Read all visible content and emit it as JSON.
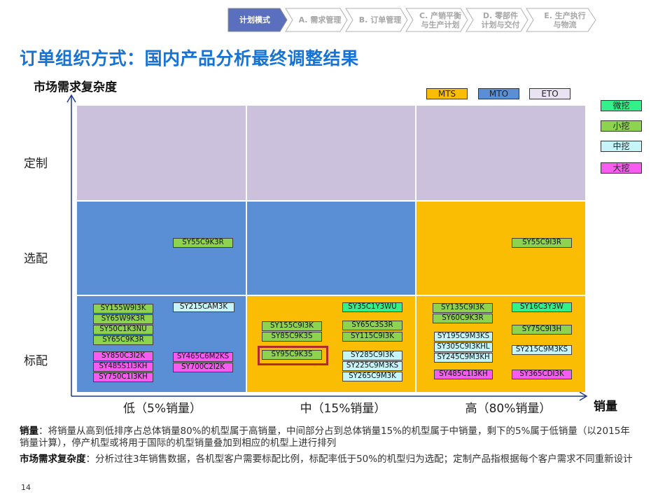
{
  "breadcrumb": [
    {
      "label": "计划模式",
      "active": true
    },
    {
      "label": "A. 需求管理",
      "active": false
    },
    {
      "label": "B. 订单管理",
      "active": false
    },
    {
      "label": "C. 产销平衡\n与生产计划",
      "active": false
    },
    {
      "label": "D. 零部件\n计划与交付",
      "active": false
    },
    {
      "label": "E. 生产执行\n与物流",
      "active": false
    }
  ],
  "title": "订单组织方式：国内产品分析最终调整结果",
  "axes": {
    "y_title": "市场需求复杂度",
    "x_title": "销量"
  },
  "rows": [
    "定制",
    "选配",
    "标配"
  ],
  "columns": [
    "低（5%销量）",
    "中（15%销量）",
    "高（80%销量）"
  ],
  "mode_legend": [
    {
      "label": "MTS",
      "color": "#fbbd03"
    },
    {
      "label": "MTO",
      "color": "#5b8fd5"
    },
    {
      "label": "ETO",
      "color": "#ccc1dc"
    }
  ],
  "size_legend": [
    {
      "label": "微挖",
      "color": "#33f08a"
    },
    {
      "label": "小挖",
      "color": "#8ed34f"
    },
    {
      "label": "中挖",
      "color": "#c6f5f9"
    },
    {
      "label": "大挖",
      "color": "#f65cf0"
    }
  ],
  "models": {
    "mid_low": [
      "SY55C9K3R"
    ],
    "mid_high": [
      "SY55C9I3R"
    ],
    "std_low_small": [
      "SY155W9I3K",
      "SY65W9K3R",
      "SY50C1K3NU",
      "SY65C9K3R"
    ],
    "std_low_mid": [
      "SY215CAM3K"
    ],
    "std_low_large_a": [
      "SY850C3I2K",
      "SY485S1I3KH",
      "SY750C1I3KH"
    ],
    "std_low_large_b": [
      "SY465C6M2KS",
      "SY700C2I2K"
    ],
    "std_mid_micro": [
      "SY35C1Y3WU"
    ],
    "std_mid_small_a": [
      "SY155C9I3K",
      "SY85C9K3S"
    ],
    "std_mid_small_b": [
      "SY65C3S3R",
      "SY115C9I3K"
    ],
    "std_mid_highlight": [
      "SY95C9K3S"
    ],
    "std_mid_mid": [
      "SY285C9I3K",
      "SY225C9M3KS",
      "SY265C9M3K"
    ],
    "std_high_small": [
      "SY135C9I3K",
      "SY60C9K3R"
    ],
    "std_high_micro": [
      "SY16C3Y3W"
    ],
    "std_high_small2": [
      "SY75C9I3H"
    ],
    "std_high_mid_a": [
      "SY195C9M3KS",
      "SY305C9I3KHL",
      "SY245C9M3KH"
    ],
    "std_high_mid_b": [
      "SY215C9M3KS"
    ],
    "std_high_large_a": [
      "SY485C1I3KH"
    ],
    "std_high_large_b": [
      "SY365CDI3K"
    ]
  },
  "notes": {
    "sales_label": "销量",
    "sales_text": "：将销量从高到低排序占总体销量80%的机型属于高销量，中间部分占到总体销量15%的机型属于中销量，剩下的5%属于低销量（以2015年销量计算），停产机型或将用于国际的机型销量叠加到相应的机型上进行排列",
    "complexity_label": "市场需求复杂度",
    "complexity_text": "：分析过往3年销售数据，各机型客户需要标配比例，标配率低于50%的机型归为选配；定制产品指根据每个客户需求不同重新设计"
  },
  "page_number": "14"
}
